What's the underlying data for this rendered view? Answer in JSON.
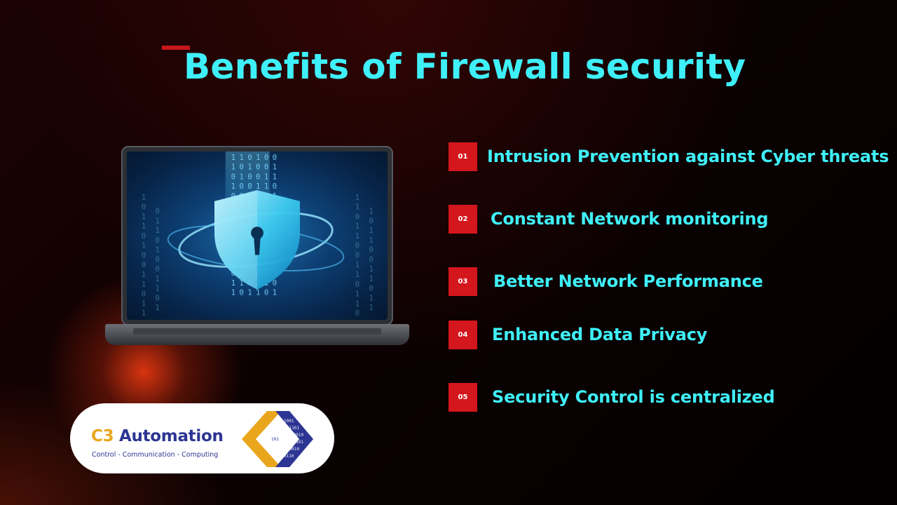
{
  "slide": {
    "title": "Benefits of Firewall security",
    "colors": {
      "title": "#3ff0f8",
      "accent": "#d4161d",
      "background": "#0c0102"
    }
  },
  "illustration": {
    "screen_binary": [
      "1",
      "0",
      "1",
      "1",
      "0",
      "1",
      "0",
      "0",
      "1",
      "1",
      "0",
      "1",
      "1",
      "0",
      "0",
      "1"
    ]
  },
  "benefits": [
    {
      "number": "01",
      "label": "Intrusion Prevention against Cyber threats"
    },
    {
      "number": "02",
      "label": "Constant Network monitoring"
    },
    {
      "number": "03",
      "label": "Better Network Performance"
    },
    {
      "number": "04",
      "label": "Enhanced Data Privacy"
    },
    {
      "number": "05",
      "label": "Security Control is centralized"
    }
  ],
  "logo": {
    "prefix": "C3",
    "name": "Automation",
    "tagline": "Control - Communication - Computing",
    "colors": {
      "primary": "#2c3593",
      "secondary": "#e9a61d"
    }
  }
}
